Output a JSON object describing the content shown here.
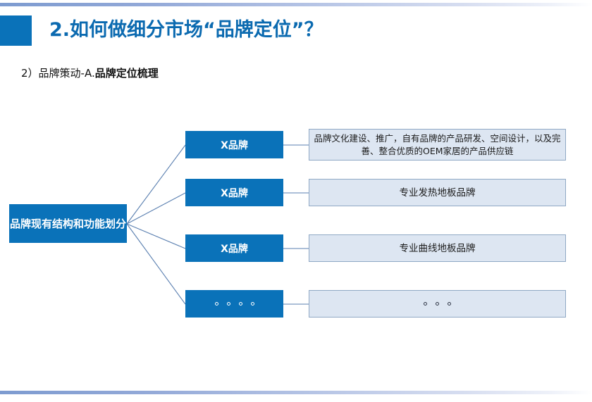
{
  "slide": {
    "title": "2.如何做细分市场“品牌定位”？",
    "subtitle_lead": "2）品牌策动-A.",
    "subtitle_strong": "品牌定位梳理",
    "accent_color": "#0a72b9",
    "title_color": "#0b6ab0",
    "desc_fill_color": "#dde6f2",
    "desc_border_color": "#8fa8c4",
    "connector_color": "#5a7fb0",
    "rule_color": "#7d9bd0"
  },
  "diagram": {
    "type": "tree",
    "root": {
      "label": "品牌现有结构和功能划分"
    },
    "branches": [
      {
        "brand_label": "X品牌",
        "description": "品牌文化建设、推广，自有品牌的产品研发、空间设计，以及完善、整合优质的OEM家居的产品供应链",
        "brand_is_dots": false,
        "desc_is_dots": false
      },
      {
        "brand_label": "X品牌",
        "description": "专业发热地板品牌",
        "brand_is_dots": false,
        "desc_is_dots": false
      },
      {
        "brand_label": "X品牌",
        "description": "专业曲线地板品牌",
        "brand_is_dots": false,
        "desc_is_dots": false
      },
      {
        "brand_label": "。。。。",
        "description": "。。。",
        "brand_is_dots": true,
        "desc_is_dots": true,
        "brand_dot_count": 4,
        "desc_dot_count": 3
      }
    ]
  }
}
